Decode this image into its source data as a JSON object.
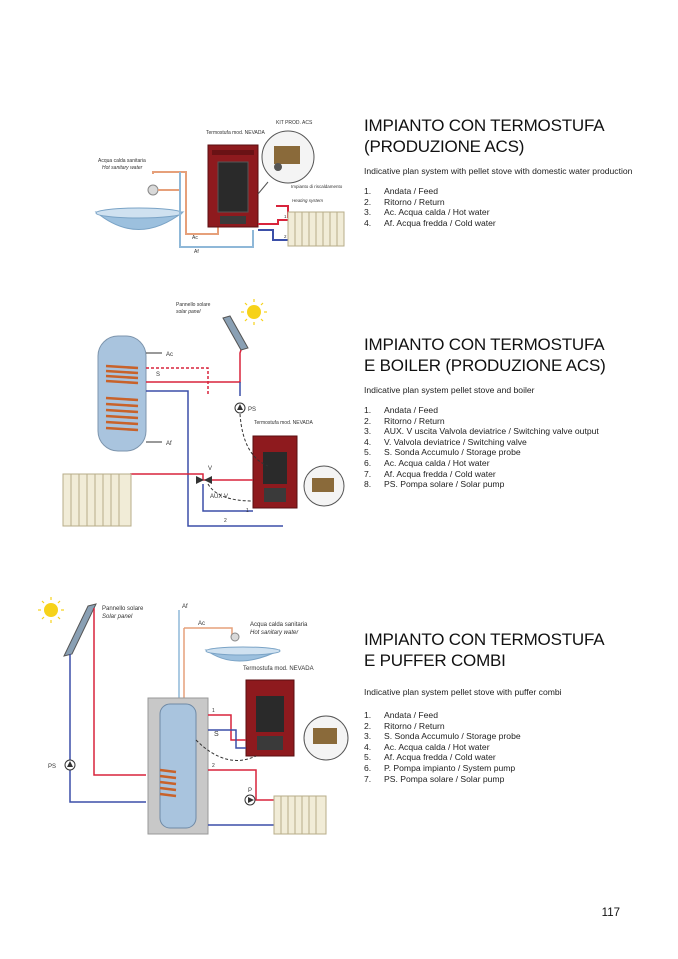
{
  "sections": [
    {
      "title_line1": "IMPIANTO CON TERMOSTUFA",
      "title_line2": "(PRODUZIONE ACS)",
      "subtitle": "Indicative plan system with pellet stove with domestic  water production",
      "legend": [
        {
          "num": "1.",
          "text": "Andata / Feed"
        },
        {
          "num": "2.",
          "text": "Ritorno / Return"
        },
        {
          "num": "3.",
          "text": "Ac. Acqua calda / Hot water"
        },
        {
          "num": "4.",
          "text": "Af.  Acqua fredda / Cold water"
        }
      ],
      "diagram_labels": {
        "stove": "Termostufa mod. NEVADA",
        "kit": "KIT PROD. ACS",
        "hot_water": "Acqua calda sanitaria",
        "hot_water_en": "Hot sanitary water",
        "heating": "Impianto di riscaldamento",
        "heating_en": "Heating system",
        "ac": "Ac",
        "af": "Af",
        "n1": "1",
        "n2": "2"
      }
    },
    {
      "title_line1": "IMPIANTO CON TERMOSTUFA",
      "title_line2": "E BOILER (PRODUZIONE ACS)",
      "subtitle": "Indicative plan system pellet  stove and boiler",
      "legend": [
        {
          "num": "1.",
          "text": "Andata / Feed"
        },
        {
          "num": "2.",
          "text": "Ritorno / Return"
        },
        {
          "num": "3.",
          "text": "AUX. V uscita Valvola deviatrice / Switching valve output"
        },
        {
          "num": "4.",
          "text": "V.     Valvola deviatrice / Switching valve"
        },
        {
          "num": "5.",
          "text": "S.      Sonda Accumulo / Storage probe"
        },
        {
          "num": "6.",
          "text": "Ac.   Acqua calda / Hot water"
        },
        {
          "num": "7.",
          "text": "Af.    Acqua fredda / Cold water"
        },
        {
          "num": "8.",
          "text": "PS.   Pompa solare / Solar pump"
        }
      ],
      "diagram_labels": {
        "panel": "Pannello solare",
        "panel_en": "solar panel",
        "stove": "Termostufa mod. NEVADA",
        "ac": "Ac",
        "af": "Af",
        "s": "S",
        "ps": "PS",
        "v": "V",
        "auxv": "AUX V",
        "n1": "1",
        "n2": "2"
      }
    },
    {
      "title_line1": "IMPIANTO CON TERMOSTUFA",
      "title_line2": "E PUFFER COMBI",
      "subtitle": "Indicative plan system pellet stove with puffer combi",
      "legend": [
        {
          "num": "1.",
          "text": "Andata / Feed"
        },
        {
          "num": "2.",
          "text": "Ritorno / Return"
        },
        {
          "num": "3.",
          "text": "S.   Sonda Accumulo / Storage probe"
        },
        {
          "num": "4.",
          "text": "Ac. Acqua calda / Hot water"
        },
        {
          "num": "5.",
          "text": "Af.  Acqua fredda / Cold water"
        },
        {
          "num": "6.",
          "text": "P.    Pompa impianto / System pump"
        },
        {
          "num": "7.",
          "text": "PS.  Pompa solare / Solar pump"
        }
      ],
      "diagram_labels": {
        "panel": "Pannello solare",
        "panel_en": "Solar panel",
        "af": "Af",
        "ac": "Ac",
        "hot_water": "Acqua calda sanitaria",
        "hot_water_en": "Hot sanitary water",
        "stove": "Termostufa mod. NEVADA",
        "s": "S",
        "ps": "PS",
        "p": "P",
        "n1": "1",
        "n2": "2"
      }
    }
  ],
  "page_number": "117",
  "colors": {
    "feed": "#d8243c",
    "return": "#3b4fa8",
    "hot": "#e6a07a",
    "cold": "#8fb8d8",
    "stove": "#8e1a1e",
    "tank_fill": "#a9c4de"
  }
}
